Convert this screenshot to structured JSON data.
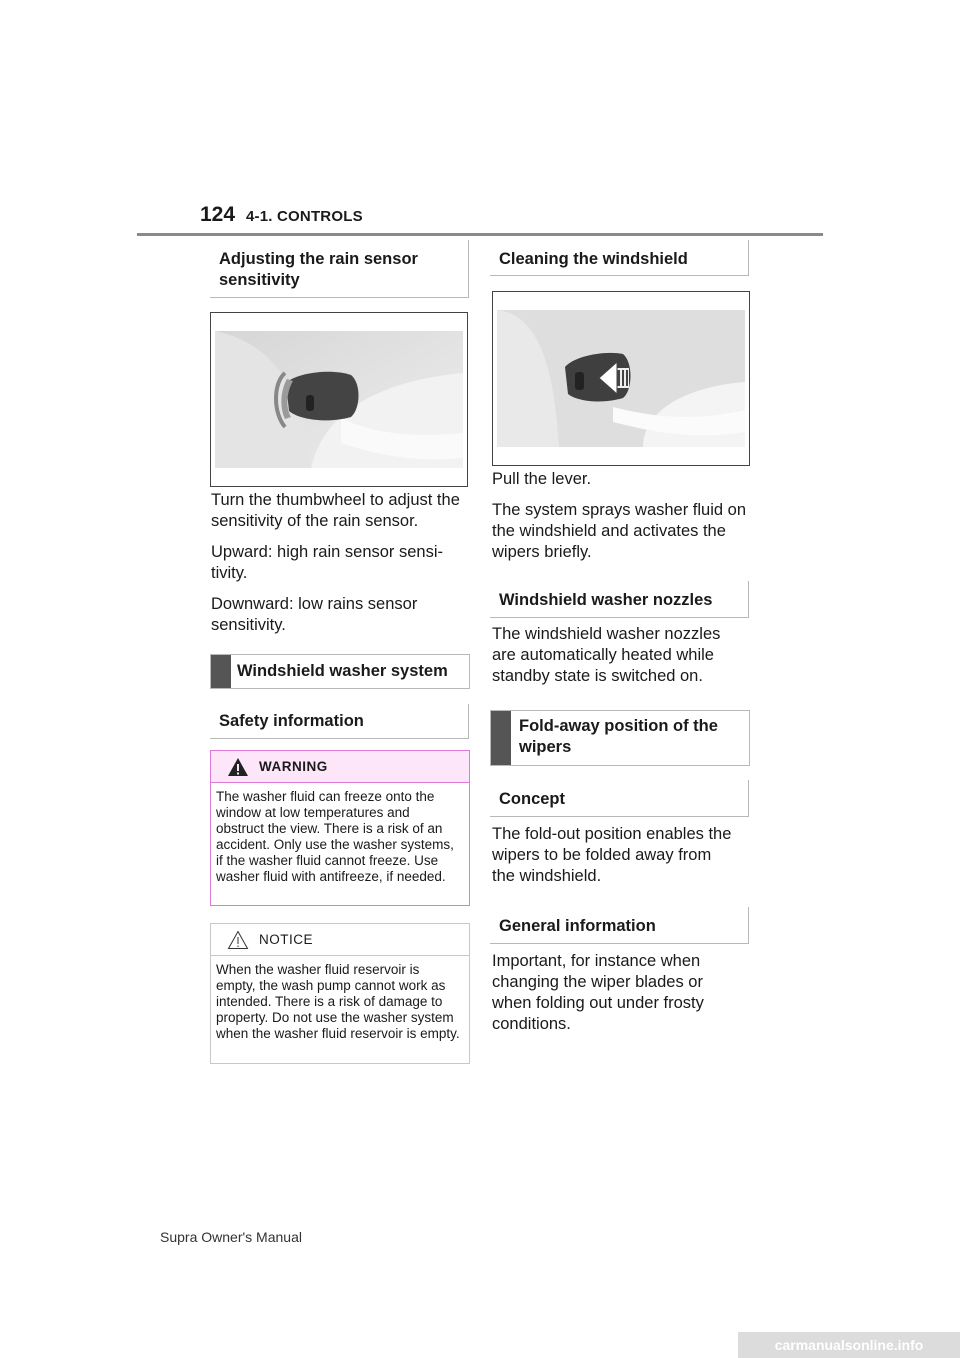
{
  "header": {
    "page_number": "124",
    "section": "4-1. CONTROLS"
  },
  "left": {
    "rain_heading": "Adjusting the rain sensor sensitivity",
    "rain_paragraphs": [
      "Turn the thumbwheel to adjust the sensitivity of the rain sensor.",
      "Upward: high rain sensor sensi-tivity.",
      "Downward: low rains sensor sensitivity."
    ],
    "washer_system_heading": "Windshield washer system",
    "safety_heading": "Safety information",
    "warning": {
      "title": "WARNING",
      "text": "The washer fluid can freeze onto the window at low temperatures and obstruct the view. There is a risk of an accident. Only use the washer systems, if the washer fluid cannot freeze. Use washer fluid with antifreeze, if needed."
    },
    "notice": {
      "title": "NOTICE",
      "text": "When the washer fluid reservoir is empty, the wash pump cannot work as intended. There is a risk of damage to property. Do not use the washer system when the washer fluid reservoir is empty."
    }
  },
  "right": {
    "cleaning_heading": "Cleaning the windshield",
    "cleaning_paragraphs": [
      "Pull the lever.",
      "The system sprays washer fluid on the windshield and activates the wipers briefly."
    ],
    "nozzles_heading": "Windshield washer nozzles",
    "nozzles_text": "The windshield washer nozzles are automatically heated while standby state is switched on.",
    "foldaway_heading": "Fold-away position of the wipers",
    "concept_heading": "Concept",
    "concept_text": "The fold-out position enables the wipers to be folded away from the windshield.",
    "general_heading": "General information",
    "general_text": "Important, for instance when changing the wiper blades or when folding out under frosty conditions."
  },
  "footer": {
    "manual_title": "Supra Owner's Manual"
  },
  "watermark": "carmanualsonline.info",
  "colors": {
    "warning_border": "#e07ad9",
    "warning_fill": "#fde6f9",
    "heading_bar": "#555555"
  },
  "icons": {
    "warning": "warning-triangle-icon",
    "notice": "notice-triangle-icon"
  }
}
